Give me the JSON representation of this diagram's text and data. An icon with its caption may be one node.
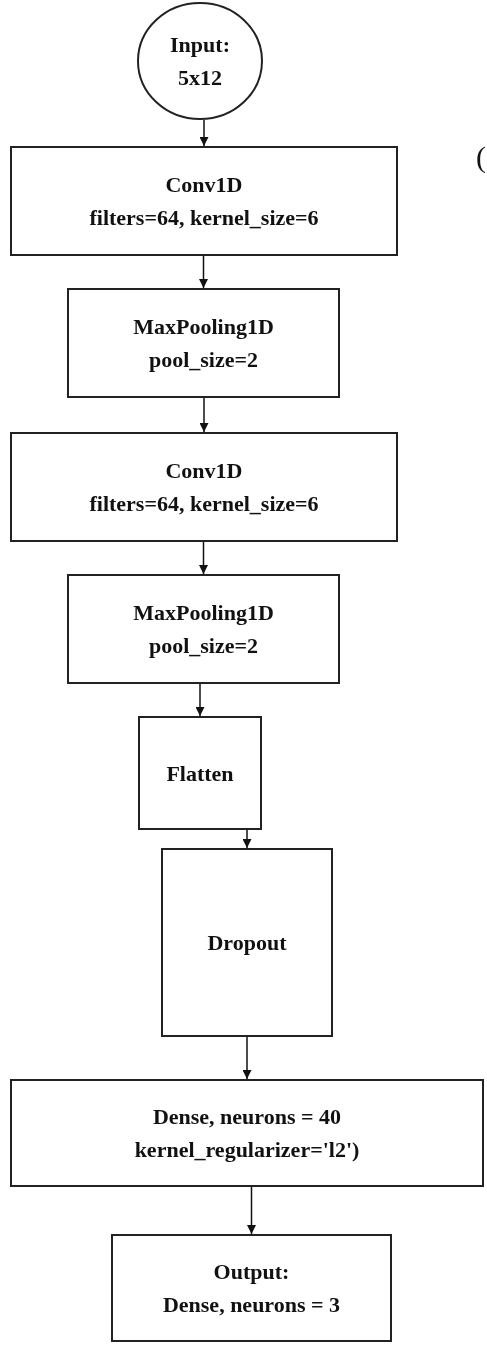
{
  "diagram": {
    "nodes": [
      {
        "text": [
          "Input: 5x12"
        ]
      },
      {
        "text": [
          "Conv1D filters=64, kernel_size=6"
        ]
      },
      {
        "text": [
          "MaxPooling1D pool_size=2"
        ]
      },
      {
        "text": [
          "Conv1D filters=64, kernel_size=6"
        ]
      },
      {
        "text": [
          "MaxPooling1D pool_size=2"
        ]
      },
      {
        "text": [
          "Flatten"
        ]
      },
      {
        "text": [
          "Dropout"
        ]
      },
      {
        "text": [
          "Dense, neurons = 40 kernel_regularizer='l2')"
        ]
      },
      {
        "text": [
          "Output: Dense, neurons = 3"
        ]
      }
    ],
    "edges": [
      {
        "from": 0,
        "to": 1,
        "arrow": "to"
      },
      {
        "from": 1,
        "to": 2,
        "arrow": "to"
      },
      {
        "from": 2,
        "to": 3,
        "arrow": "to"
      },
      {
        "from": 3,
        "to": 4,
        "arrow": "to"
      },
      {
        "from": 4,
        "to": 5,
        "arrow": "to"
      },
      {
        "from": 5,
        "to": 6,
        "arrow": "to"
      },
      {
        "from": 6,
        "to": 7,
        "arrow": "to"
      },
      {
        "from": 7,
        "to": 8,
        "arrow": "to"
      }
    ],
    "labels": [
      "("
    ]
  }
}
